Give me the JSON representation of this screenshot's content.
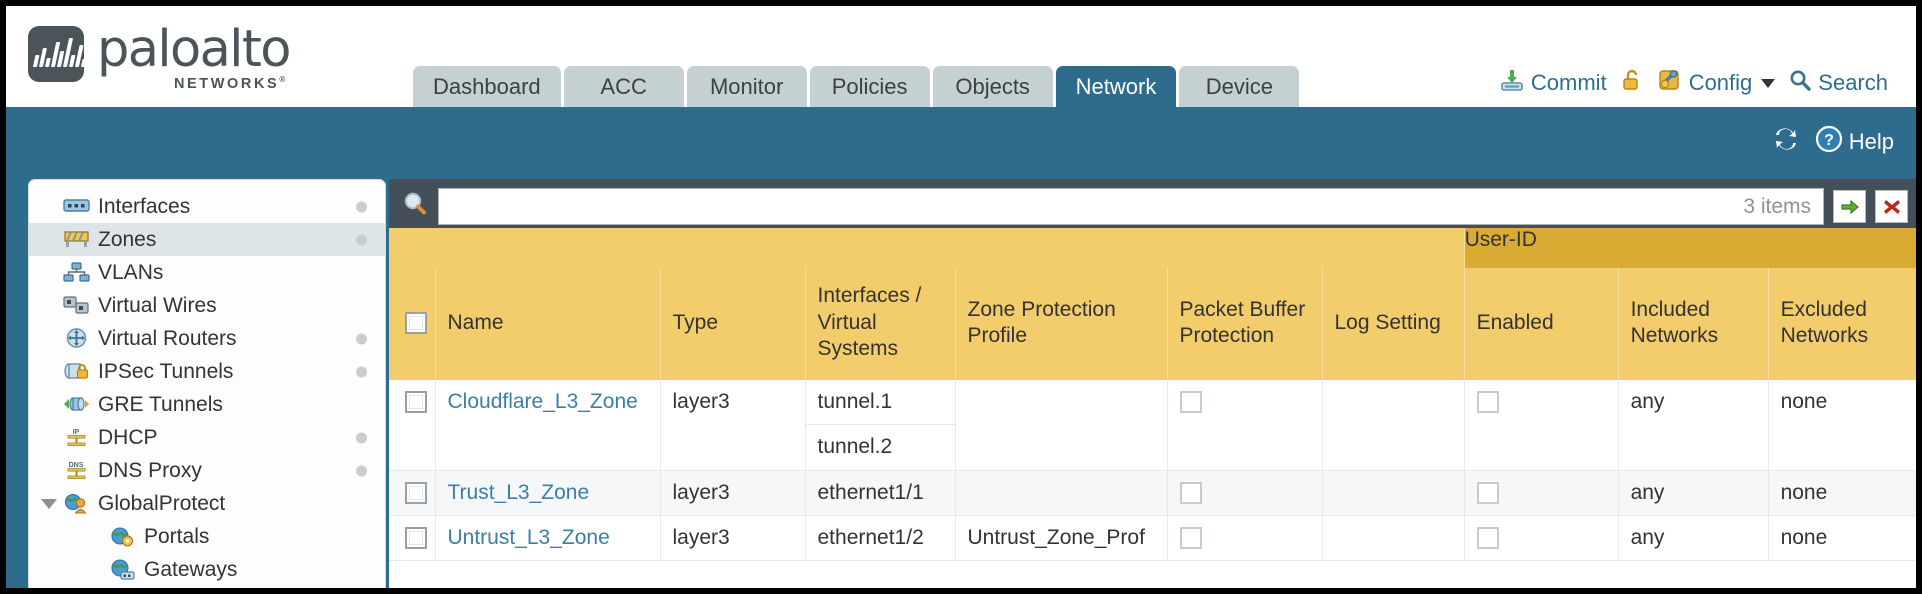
{
  "brand": {
    "name": "paloalto",
    "sub": "NETWORKS",
    "reg": "®"
  },
  "header": {
    "tabs": [
      {
        "label": "Dashboard",
        "active": false
      },
      {
        "label": "ACC",
        "active": false
      },
      {
        "label": "Monitor",
        "active": false
      },
      {
        "label": "Policies",
        "active": false
      },
      {
        "label": "Objects",
        "active": false
      },
      {
        "label": "Network",
        "active": true
      },
      {
        "label": "Device",
        "active": false
      }
    ],
    "actions": [
      {
        "label": "Commit",
        "icon": "commit-icon"
      },
      {
        "label": "",
        "icon": "lock-icon"
      },
      {
        "label": "Config",
        "icon": "config-icon",
        "caret": true
      },
      {
        "label": "Search",
        "icon": "search-icon"
      }
    ],
    "accent": "#2e6c8e"
  },
  "blueband": {
    "refresh_label": "",
    "help_label": "Help"
  },
  "sidebar": {
    "items": [
      {
        "label": "Interfaces",
        "icon": "interfaces-icon",
        "dot": true,
        "selected": false,
        "child": false,
        "expander": false
      },
      {
        "label": "Zones",
        "icon": "zones-icon",
        "dot": true,
        "selected": true,
        "child": false,
        "expander": false
      },
      {
        "label": "VLANs",
        "icon": "vlans-icon",
        "dot": false,
        "selected": false,
        "child": false,
        "expander": false
      },
      {
        "label": "Virtual Wires",
        "icon": "virtual-wires-icon",
        "dot": false,
        "selected": false,
        "child": false,
        "expander": false
      },
      {
        "label": "Virtual Routers",
        "icon": "virtual-routers-icon",
        "dot": true,
        "selected": false,
        "child": false,
        "expander": false
      },
      {
        "label": "IPSec Tunnels",
        "icon": "ipsec-tunnels-icon",
        "dot": true,
        "selected": false,
        "child": false,
        "expander": false
      },
      {
        "label": "GRE Tunnels",
        "icon": "gre-tunnels-icon",
        "dot": false,
        "selected": false,
        "child": false,
        "expander": false
      },
      {
        "label": "DHCP",
        "icon": "dhcp-icon",
        "dot": true,
        "selected": false,
        "child": false,
        "expander": false
      },
      {
        "label": "DNS Proxy",
        "icon": "dns-proxy-icon",
        "dot": true,
        "selected": false,
        "child": false,
        "expander": false
      },
      {
        "label": "GlobalProtect",
        "icon": "globalprotect-icon",
        "dot": false,
        "selected": false,
        "child": false,
        "expander": true
      },
      {
        "label": "Portals",
        "icon": "portals-icon",
        "dot": false,
        "selected": false,
        "child": true,
        "expander": false
      },
      {
        "label": "Gateways",
        "icon": "gateways-icon",
        "dot": false,
        "selected": false,
        "child": true,
        "expander": false
      }
    ]
  },
  "search": {
    "value": "",
    "placeholder": "",
    "items_count": "3 items",
    "apply_icon": "green-arrow-icon",
    "clear_icon": "red-x-icon"
  },
  "table": {
    "group_header": {
      "label": "User-ID",
      "span": 3,
      "color": "#d9ab33"
    },
    "columns": [
      {
        "key": "check",
        "label": ""
      },
      {
        "key": "name",
        "label": "Name"
      },
      {
        "key": "type",
        "label": "Type"
      },
      {
        "key": "interfaces",
        "label": "Interfaces / Virtual Systems"
      },
      {
        "key": "zone_protection",
        "label": "Zone Protection Profile"
      },
      {
        "key": "packet_buffer",
        "label": "Packet Buffer Protection"
      },
      {
        "key": "log_setting",
        "label": "Log Setting"
      },
      {
        "key": "enabled",
        "label": "Enabled"
      },
      {
        "key": "included",
        "label": "Included Networks"
      },
      {
        "key": "excluded",
        "label": "Excluded Networks"
      }
    ],
    "rows": [
      {
        "checked": false,
        "name": "Cloudflare_L3_Zone",
        "type": "layer3",
        "interfaces": [
          "tunnel.1",
          "tunnel.2"
        ],
        "zone_protection": "",
        "packet_buffer_checked": false,
        "log_setting": "",
        "enabled_checked": false,
        "included": "any",
        "excluded": "none"
      },
      {
        "checked": false,
        "name": "Trust_L3_Zone",
        "type": "layer3",
        "interfaces": [
          "ethernet1/1"
        ],
        "zone_protection": "",
        "packet_buffer_checked": false,
        "log_setting": "",
        "enabled_checked": false,
        "included": "any",
        "excluded": "none"
      },
      {
        "checked": false,
        "name": "Untrust_L3_Zone",
        "type": "layer3",
        "interfaces": [
          "ethernet1/2"
        ],
        "zone_protection": "Untrust_Zone_Prof",
        "packet_buffer_checked": false,
        "log_setting": "",
        "enabled_checked": false,
        "included": "any",
        "excluded": "none"
      }
    ]
  }
}
